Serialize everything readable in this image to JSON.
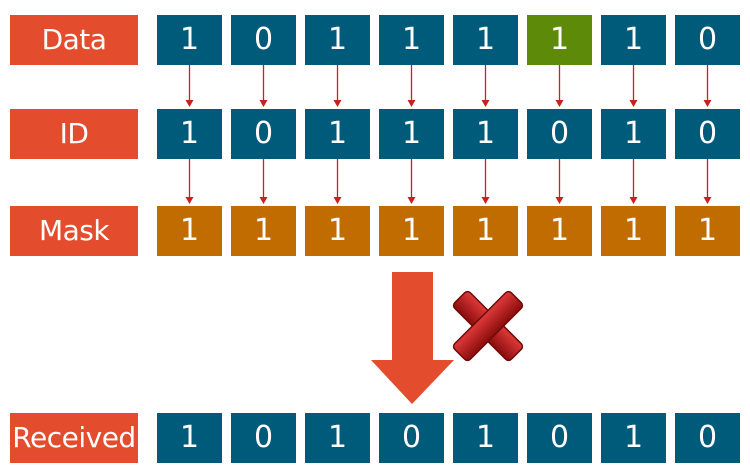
{
  "colors": {
    "label_bg": "#e34c2c",
    "bit_blue": "#005b7b",
    "bit_green": "#5e8a0a",
    "bit_orange": "#c06c00",
    "arrow_small": "#cc1f1f",
    "arrow_big": "#e34c2c",
    "cross": "#b01818"
  },
  "rows": [
    {
      "name": "data",
      "label": "Data",
      "bits": [
        "1",
        "0",
        "1",
        "1",
        "1",
        "1",
        "1",
        "0"
      ],
      "color": "blue",
      "highlight": [
        5
      ]
    },
    {
      "name": "id",
      "label": "ID",
      "bits": [
        "1",
        "0",
        "1",
        "1",
        "1",
        "0",
        "1",
        "0"
      ],
      "color": "blue",
      "highlight": []
    },
    {
      "name": "mask",
      "label": "Mask",
      "bits": [
        "1",
        "1",
        "1",
        "1",
        "1",
        "1",
        "1",
        "1"
      ],
      "color": "orange",
      "highlight": []
    },
    {
      "name": "received",
      "label": "Received",
      "bits": [
        "1",
        "0",
        "1",
        "0",
        "1",
        "0",
        "1",
        "0"
      ],
      "color": "blue",
      "highlight": []
    }
  ],
  "icons": {
    "flow_arrow": "down-arrow-icon",
    "reject": "cross-icon"
  }
}
